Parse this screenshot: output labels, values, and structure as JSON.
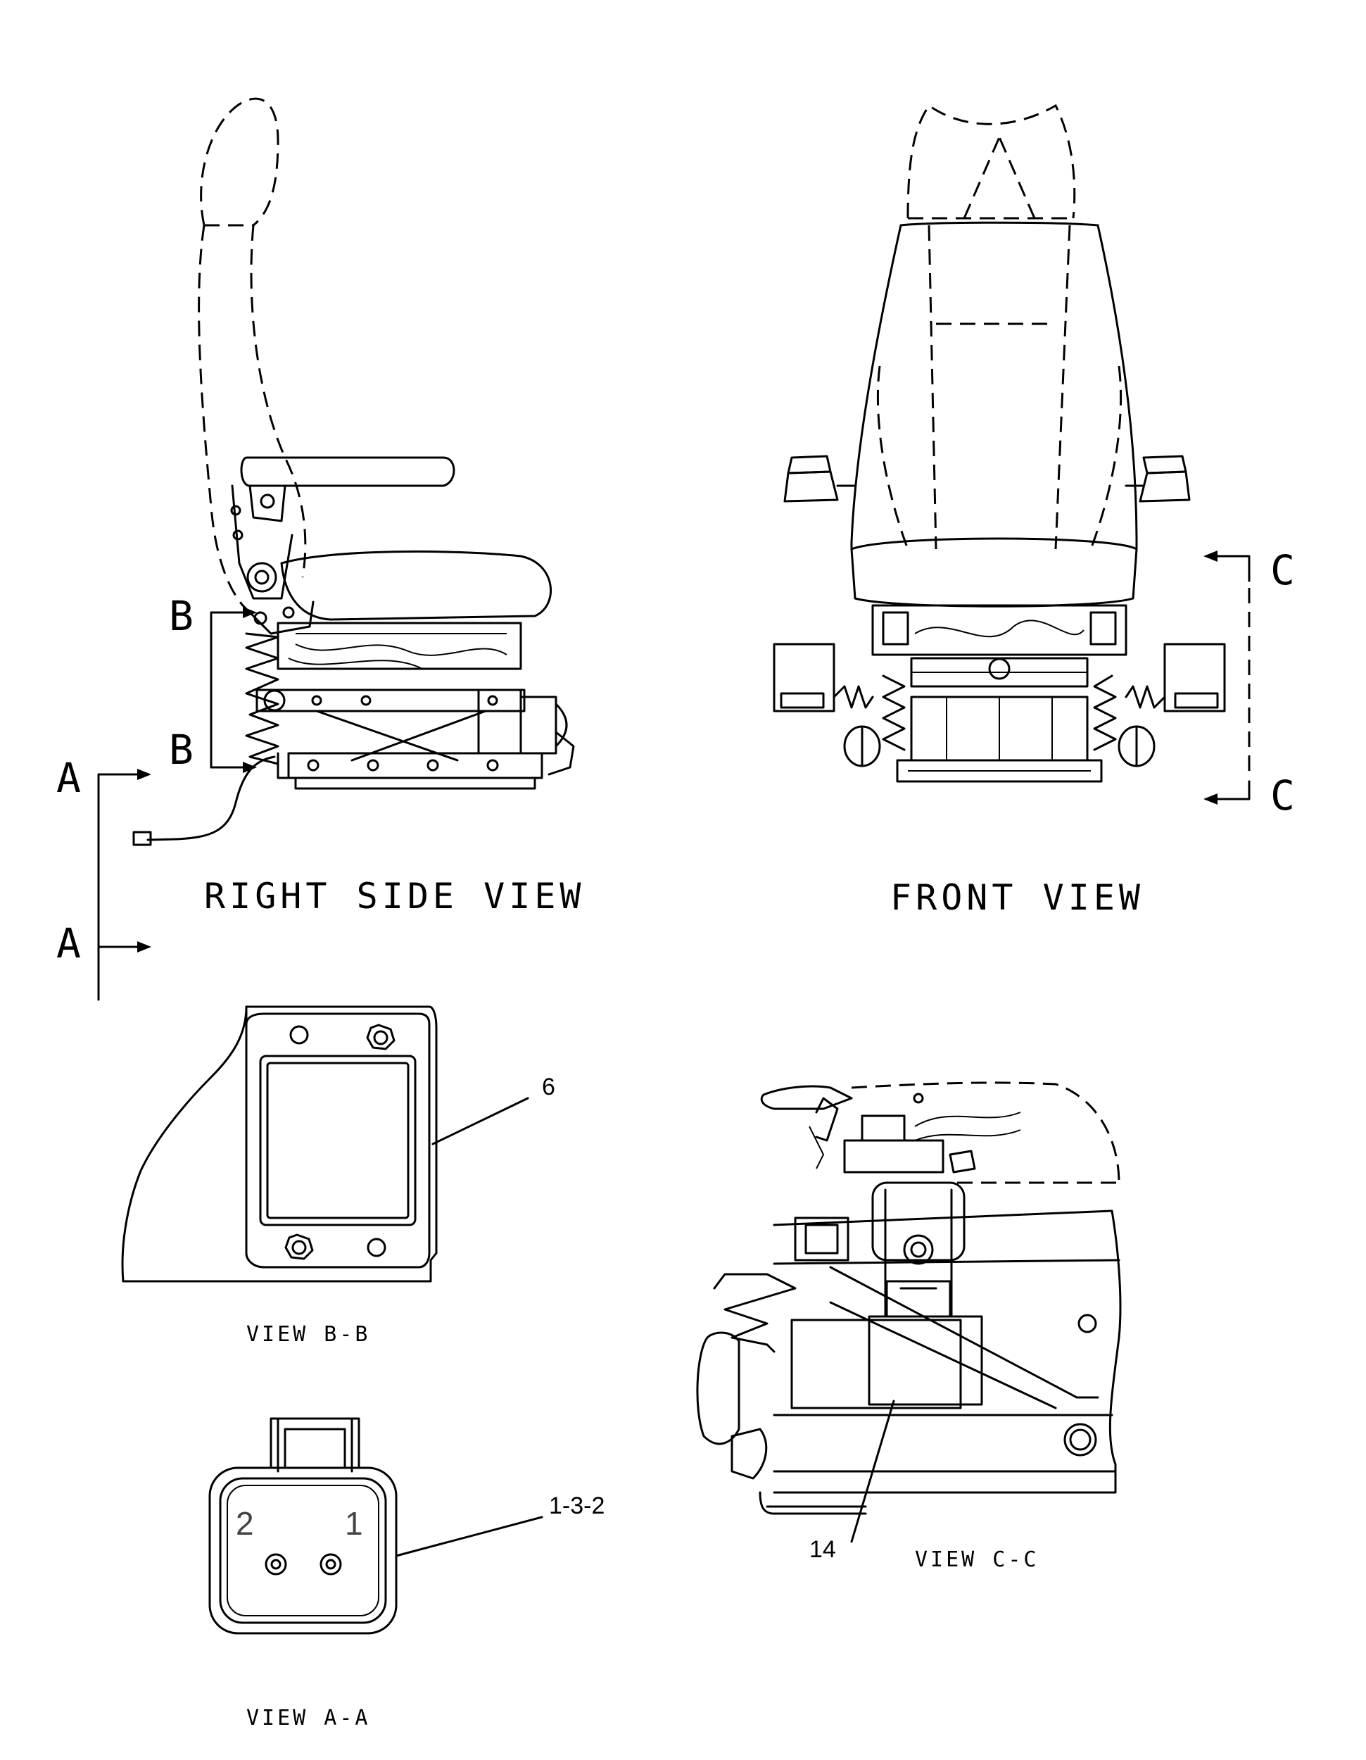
{
  "views": {
    "right_side": "RIGHT SIDE VIEW",
    "front": "FRONT VIEW",
    "b_b": "VIEW B-B",
    "a_a": "VIEW A-A",
    "c_c": "VIEW C-C"
  },
  "section_marks": {
    "a": "A",
    "b": "B",
    "c": "C"
  },
  "callouts": {
    "part_6": "6",
    "part_1_3_2": "1-3-2",
    "part_14": "14"
  },
  "connector_pins": {
    "pin_2": "2",
    "pin_1": "1"
  }
}
